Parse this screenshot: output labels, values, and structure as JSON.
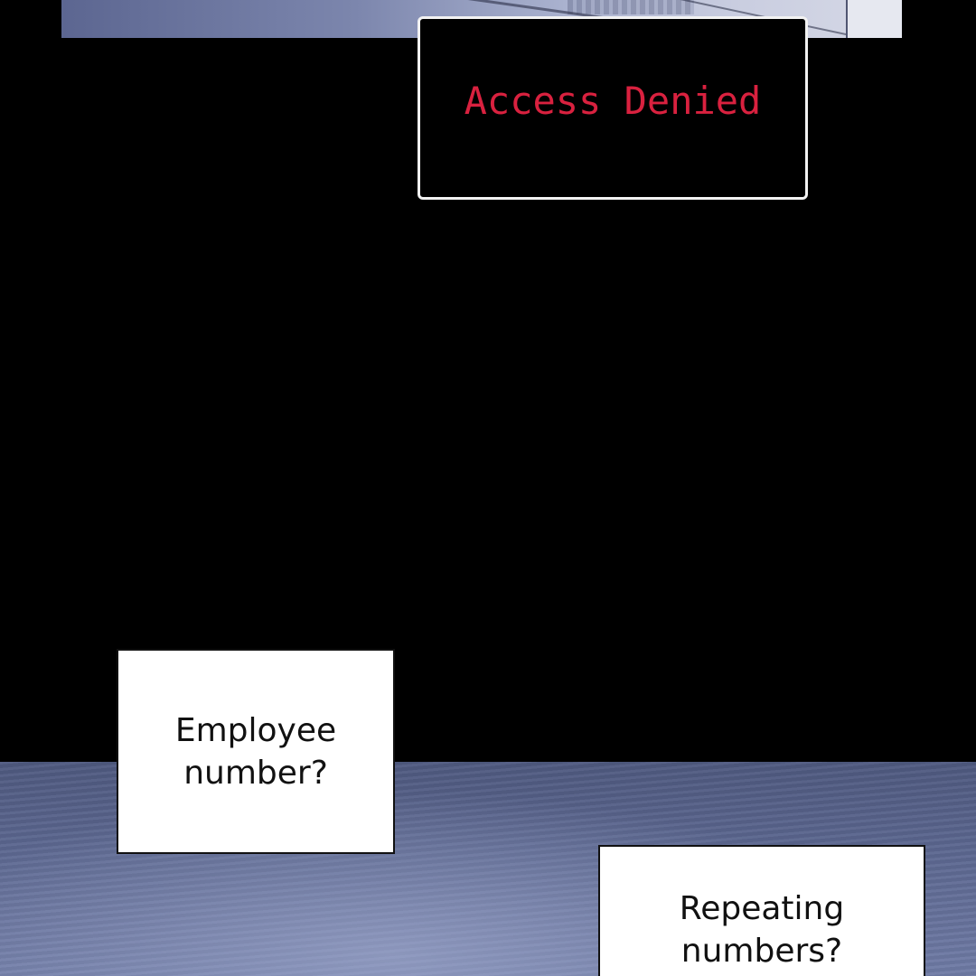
{
  "popup": {
    "message": "Access Denied",
    "message_color": "#d9213f"
  },
  "dialogue": [
    {
      "text": "Employee\nnumber?"
    },
    {
      "text": "Repeating\nnumbers?"
    }
  ]
}
